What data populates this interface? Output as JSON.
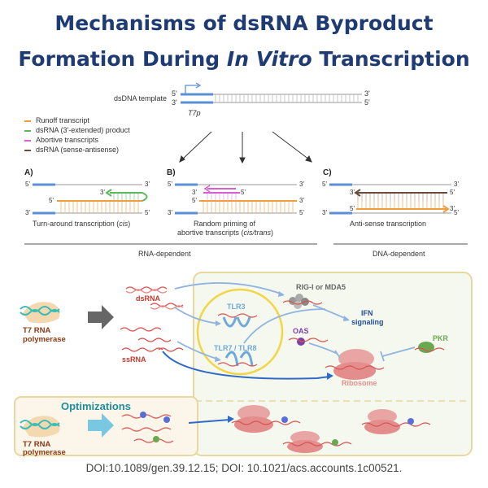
{
  "title": {
    "line1": "Mechanisms of dsRNA Byproduct",
    "line2_pre": "Formation During ",
    "line2_italic": "In Vitro",
    "line2_post": " Transcription"
  },
  "template": {
    "label": "dsDNA template",
    "promoter": "T7p",
    "five": "5'",
    "three": "3'"
  },
  "legend": [
    {
      "label": "Runoff transcript",
      "color": "#f39c3c"
    },
    {
      "label": "dsRNA (3'-extended) product",
      "color": "#5cb85c"
    },
    {
      "label": "Abortive transcripts",
      "color": "#d95fd0"
    },
    {
      "label": "dsRNA (sense-antisense)",
      "color": "#6b4c3b"
    }
  ],
  "panels": [
    {
      "letter": "A)",
      "caption": "Turn-around transcription (",
      "caption_italic": "cis",
      "caption_end": ")"
    },
    {
      "letter": "B)",
      "caption": "Random priming of",
      "caption2": "abortive transcripts (",
      "caption2_italic": "cis/trans",
      "caption2_end": ")"
    },
    {
      "letter": "C)",
      "caption": "Anti-sense transcription"
    }
  ],
  "groups": {
    "rna": "RNA-dependent",
    "dna": "DNA-dependent"
  },
  "pathway": {
    "polymerase": "T7 RNA",
    "polymerase2": "polymerase",
    "dsrna": "dsRNA",
    "ssrna": "ssRNA",
    "tlr3": "TLR3",
    "tlr78": "TLR7 / TLR8",
    "rig": "RIG-I or MDA5",
    "ifn": "IFN",
    "ifn2": "signaling",
    "oas": "OAS",
    "pkr": "PKR",
    "ribosome": "Ribosome"
  },
  "optimizations": {
    "label": "Optimizations",
    "polymerase": "T7 RNA",
    "polymerase2": "polymerase"
  },
  "footer": "DOI:10.1089/gen.39.12.15; DOI: 10.1021/acs.accounts.1c00521.",
  "colors": {
    "title": "#1f3b74",
    "dna_blue": "#5b8fd6",
    "orange": "#f39c3c",
    "green": "#5cb85c",
    "magenta": "#d95fd0",
    "brown": "#6b4c3b",
    "red_label": "#c0392b",
    "cell_border": "#e8d8a0"
  }
}
